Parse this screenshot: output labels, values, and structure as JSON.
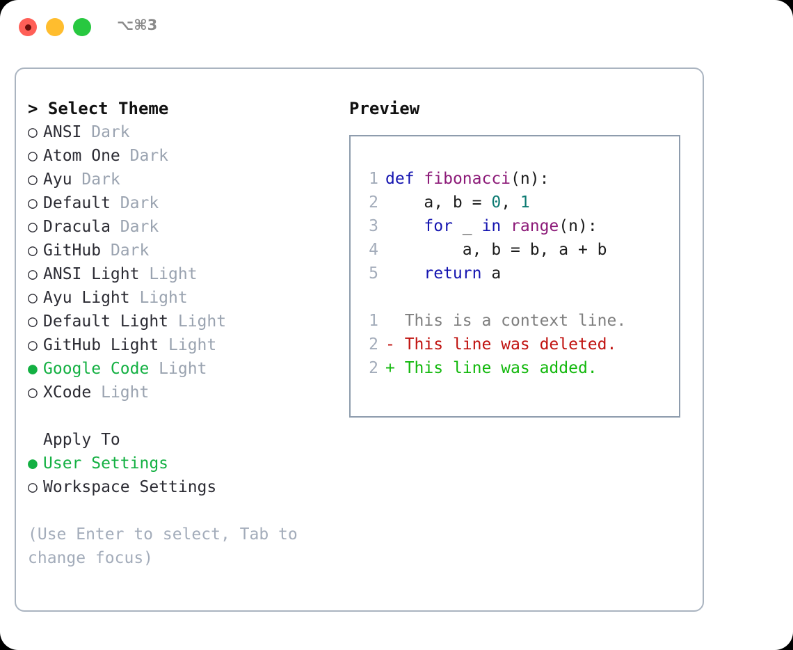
{
  "titlebar": {
    "controls": [
      {
        "name": "close",
        "color": "#ff5f57"
      },
      {
        "name": "minimize",
        "color": "#ffbd2e"
      },
      {
        "name": "maximize",
        "color": "#28c840"
      }
    ],
    "shortcut": "⌥⌘3"
  },
  "left": {
    "title": "> Select Theme",
    "themes": [
      {
        "bullet": "○",
        "name": "ANSI",
        "tag": "Dark",
        "selected": false
      },
      {
        "bullet": "○",
        "name": "Atom One",
        "tag": "Dark",
        "selected": false
      },
      {
        "bullet": "○",
        "name": "Ayu",
        "tag": "Dark",
        "selected": false
      },
      {
        "bullet": "○",
        "name": "Default",
        "tag": "Dark",
        "selected": false
      },
      {
        "bullet": "○",
        "name": "Dracula",
        "tag": "Dark",
        "selected": false
      },
      {
        "bullet": "○",
        "name": "GitHub",
        "tag": "Dark",
        "selected": false
      },
      {
        "bullet": "○",
        "name": "ANSI Light",
        "tag": "Light",
        "selected": false
      },
      {
        "bullet": "○",
        "name": "Ayu Light",
        "tag": "Light",
        "selected": false
      },
      {
        "bullet": "○",
        "name": "Default Light",
        "tag": "Light",
        "selected": false
      },
      {
        "bullet": "○",
        "name": "GitHub Light",
        "tag": "Light",
        "selected": false
      },
      {
        "bullet": "●",
        "name": "Google Code",
        "tag": "Light",
        "selected": true
      },
      {
        "bullet": "○",
        "name": "XCode",
        "tag": "Light",
        "selected": false
      }
    ],
    "apply_heading": "Apply To",
    "apply_options": [
      {
        "bullet": "●",
        "name": "User Settings",
        "selected": true
      },
      {
        "bullet": "○",
        "name": "Workspace Settings",
        "selected": false
      }
    ],
    "hint": "(Use Enter to select, Tab to change focus)"
  },
  "right": {
    "title": "Preview",
    "code_lines": [
      {
        "num": "1",
        "tokens": [
          {
            "t": "def",
            "c": "kw"
          },
          {
            "t": " ",
            "c": "pl"
          },
          {
            "t": "fibonacci",
            "c": "fn"
          },
          {
            "t": "(n):",
            "c": "pl"
          }
        ]
      },
      {
        "num": "2",
        "tokens": [
          {
            "t": "    a, b = ",
            "c": "pl"
          },
          {
            "t": "0",
            "c": "num"
          },
          {
            "t": ", ",
            "c": "pl"
          },
          {
            "t": "1",
            "c": "num"
          }
        ]
      },
      {
        "num": "3",
        "tokens": [
          {
            "t": "    ",
            "c": "pl"
          },
          {
            "t": "for",
            "c": "kw"
          },
          {
            "t": " _ ",
            "c": "pl"
          },
          {
            "t": "in",
            "c": "kw"
          },
          {
            "t": " ",
            "c": "pl"
          },
          {
            "t": "range",
            "c": "fn"
          },
          {
            "t": "(n):",
            "c": "pl"
          }
        ]
      },
      {
        "num": "4",
        "tokens": [
          {
            "t": "        a, b = b, a + b",
            "c": "pl"
          }
        ]
      },
      {
        "num": "5",
        "tokens": [
          {
            "t": "    ",
            "c": "pl"
          },
          {
            "t": "return",
            "c": "kw"
          },
          {
            "t": " a",
            "c": "pl"
          }
        ]
      }
    ],
    "diff_lines": [
      {
        "num": "1",
        "marker": "  ",
        "text": "This is a context line.",
        "kind": "ctx"
      },
      {
        "num": "2",
        "marker": "- ",
        "text": "This line was deleted.",
        "kind": "del"
      },
      {
        "num": "2",
        "marker": "+ ",
        "text": "This line was added.",
        "kind": "add"
      }
    ]
  },
  "colors": {
    "accent_green": "#13b042",
    "muted": "#9aa3b0",
    "border": "#aab4c0",
    "keyword": "#1414b0",
    "function": "#8c1a78",
    "number": "#0c7a72",
    "diff_add": "#12b80c",
    "diff_del": "#c0120f",
    "diff_ctx": "#7e7e7e"
  }
}
